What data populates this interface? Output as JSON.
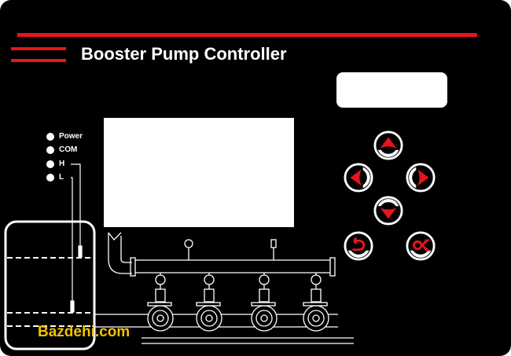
{
  "header": {
    "title": "Booster Pump Controller"
  },
  "indicators": [
    {
      "label": "Power"
    },
    {
      "label": "COM"
    },
    {
      "label": "H"
    },
    {
      "label": "L"
    }
  ],
  "keypad": [
    "up",
    "left",
    "right",
    "down",
    "back",
    "ok"
  ],
  "watermark": {
    "text_a": "Bazdehi",
    "text_b": ".com"
  },
  "colors": {
    "accent": "#e8141b",
    "panel": "#000000",
    "display": "#ffffff"
  }
}
